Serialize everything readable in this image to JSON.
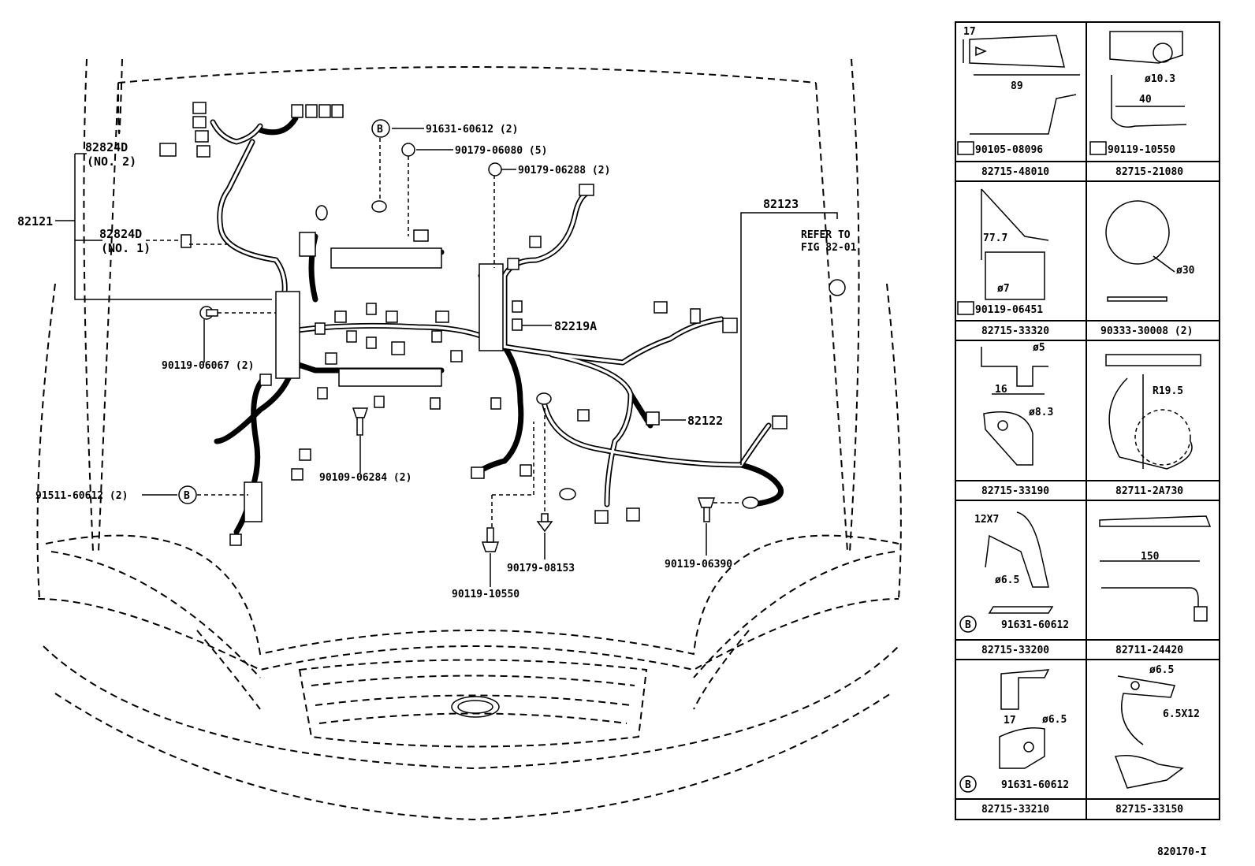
{
  "main_labels": {
    "p82121": "82121",
    "p82824d_no2": "82824D",
    "no2": "(NO. 2)",
    "p82824d_no1": "82824D",
    "no1": "(NO. 1)",
    "p90119_06067": "90119-06067 (2)",
    "p91511_60612": "91511-60612 (2)",
    "b_mark": "B",
    "p90109_06284": "90109-06284 (2)",
    "p91631_60612": "91631-60612 (2)",
    "p90179_06080": "90179-06080 (5)",
    "p90179_06288": "90179-06288 (2)",
    "p82219a": "82219A",
    "p82123": "82123",
    "refer_to": "REFER TO",
    "fig": "FIG 82-01",
    "p82122": "82122",
    "p90119_10550": "90119-10550",
    "p90179_08153": "90179-08153",
    "p90119_06390": "90119-06390"
  },
  "table": {
    "cells": [
      {
        "part": "82715-48010",
        "texts": [
          "17",
          "89",
          "90105-08096"
        ]
      },
      {
        "part": "82715-21080",
        "texts": [
          "ø10.3",
          "40",
          "90119-10550"
        ]
      },
      {
        "part": "82715-33320",
        "texts": [
          "77.7",
          "ø7",
          "90119-06451"
        ]
      },
      {
        "part": "90333-30008 (2)",
        "texts": [
          "ø30"
        ]
      },
      {
        "part": "82715-33190",
        "texts": [
          "ø5",
          "16",
          "ø8.3"
        ]
      },
      {
        "part": "82711-2A730",
        "texts": [
          "R19.5"
        ]
      },
      {
        "part": "82715-33200",
        "texts": [
          "12X7",
          "ø6.5",
          "91631-60612"
        ]
      },
      {
        "part": "82711-24420",
        "texts": [
          "150"
        ]
      },
      {
        "part": "82715-33210",
        "texts": [
          "17",
          "ø6.5",
          "91631-60612"
        ]
      },
      {
        "part": "82715-33150",
        "texts": [
          "ø6.5",
          "6.5X12"
        ]
      }
    ],
    "b_mark": "B"
  },
  "footer_code": "820170-I"
}
